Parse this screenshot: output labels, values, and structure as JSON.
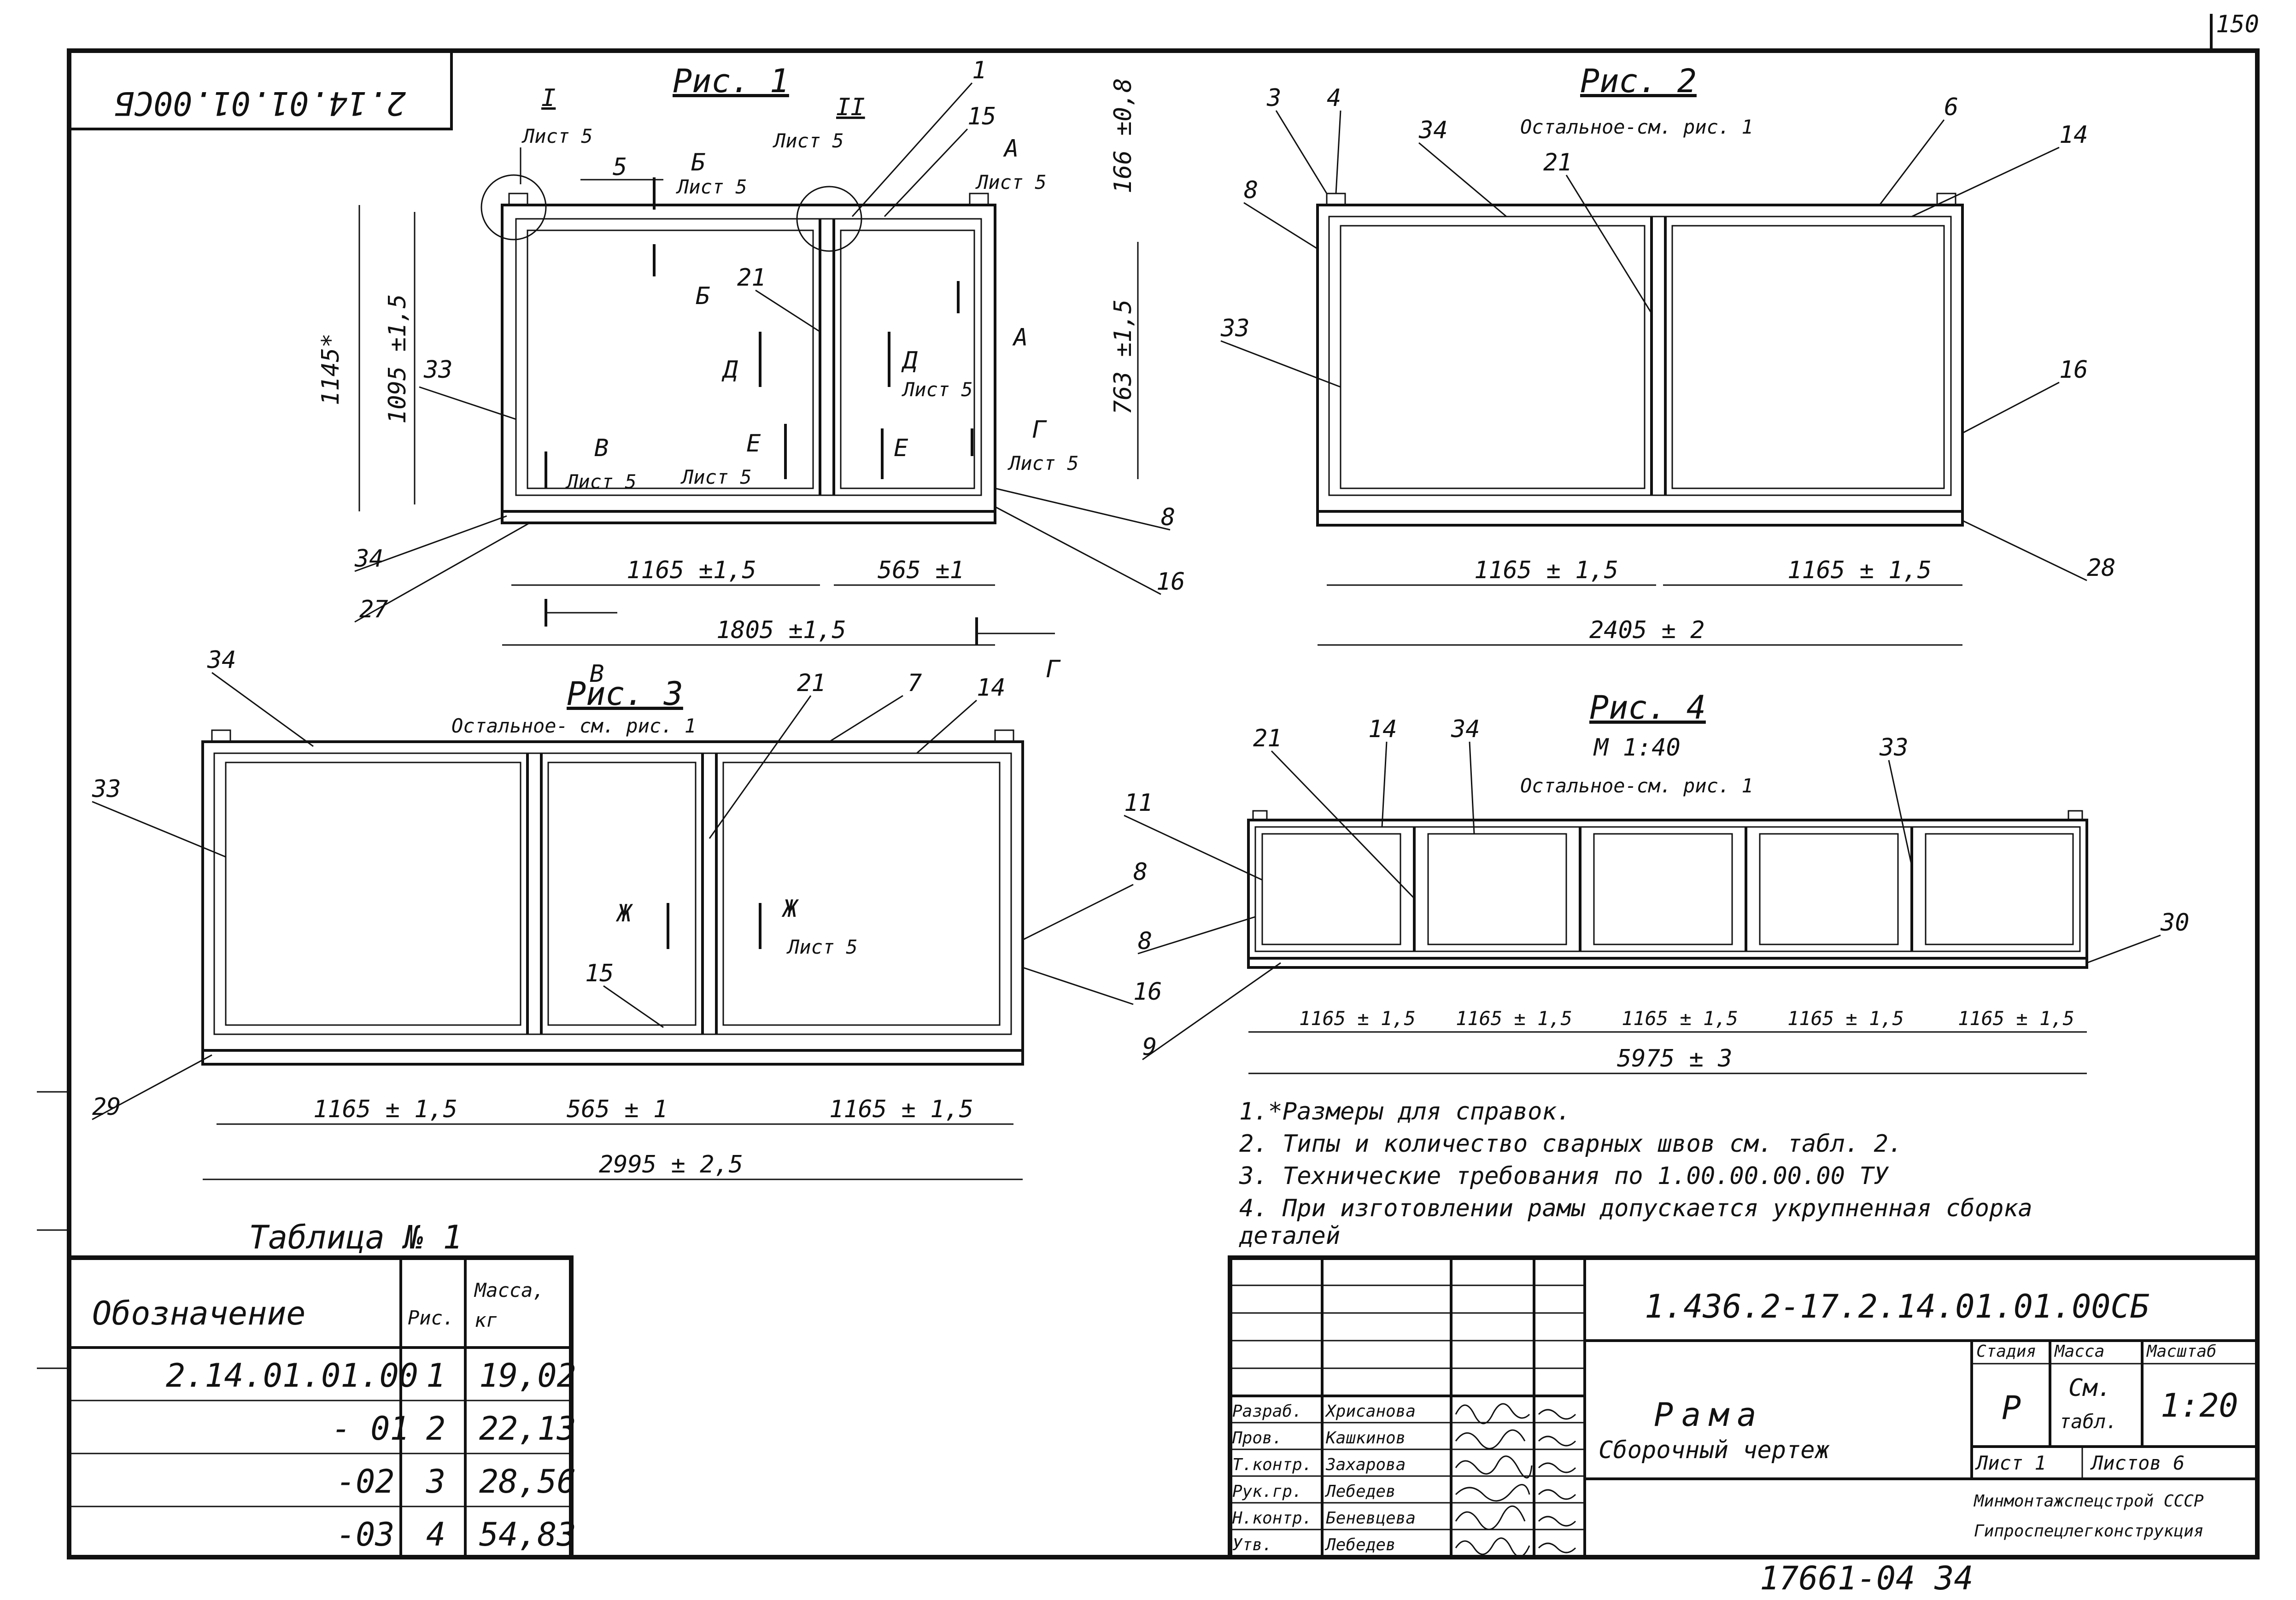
{
  "page_corner": "150",
  "stamp_top": "2.14.01.01.00СБ",
  "figures": {
    "fig1": {
      "title": "Рис. 1",
      "dims": {
        "d1": "1165 ±1,5",
        "d2": "565 ±1",
        "total": "1805 ±1,5",
        "h1": "1145*",
        "h2": "1095 ±1,5",
        "h3": "763 ±1,5",
        "h4": "166 ±0,8"
      },
      "callouts": {
        "c1": "1",
        "c5": "5",
        "c15": "15",
        "c21": "21",
        "c33": "33",
        "c34": "34",
        "c27": "27",
        "c8": "8",
        "c16": "16"
      },
      "sections": {
        "I": "I",
        "II": "II",
        "A": "А",
        "B": "Б",
        "V": "В",
        "G": "Г",
        "D": "Д",
        "E": "Е",
        "sheet": "Лист 5"
      }
    },
    "fig2": {
      "title": "Рис. 2",
      "note": "Остальное-см. рис. 1",
      "dims": {
        "d1": "1165 ± 1,5",
        "d2": "1165 ± 1,5",
        "total": "2405 ± 2"
      },
      "callouts": {
        "c3": "3",
        "c4": "4",
        "c6": "6",
        "c8": "8",
        "c14": "14",
        "c16": "16",
        "c21": "21",
        "c28": "28",
        "c33": "33",
        "c34": "34"
      }
    },
    "fig3": {
      "title": "Рис. 3",
      "note": "Остальное- см. рис. 1",
      "dims": {
        "d1": "1165 ± 1,5",
        "d2": "565 ± 1",
        "d3": "1165 ± 1,5",
        "total": "2995 ± 2,5"
      },
      "callouts": {
        "c7": "7",
        "c8": "8",
        "c14": "14",
        "c15": "15",
        "c16": "16",
        "c21": "21",
        "c29": "29",
        "c33": "33",
        "c34": "34"
      },
      "sections": {
        "Zh": "Ж",
        "sheet": "Лист 5"
      }
    },
    "fig4": {
      "title": "Рис. 4",
      "scale": "М 1:40",
      "note": "Остальное-см. рис. 1",
      "dims": {
        "d1": "1165 ± 1,5",
        "total": "5975 ± 3"
      },
      "callouts": {
        "c8": "8",
        "c9": "9",
        "c11": "11",
        "c14": "14",
        "c21": "21",
        "c30": "30",
        "c33": "33",
        "c34": "34"
      }
    }
  },
  "notes": [
    "1.*Размеры для справок.",
    "2. Типы и количество сварных швов см. табл. 2.",
    "3. Технические требования по       1.00.00.00.00 ТУ",
    "4. При изготовлении рамы допускается укрупненная сборка",
    "деталей"
  ],
  "table1": {
    "title": "Таблица № 1",
    "headers": [
      "Обозначение",
      "Рис.",
      "Масса,",
      "кг"
    ],
    "rows": [
      [
        "2.14.01.01.00",
        "1",
        "19,02"
      ],
      [
        "- 01",
        "2",
        "22,13"
      ],
      [
        "-02",
        "3",
        "28,56"
      ],
      [
        "-03",
        "4",
        "54,83"
      ]
    ]
  },
  "title_block": {
    "code": "1.436.2-17.2.14.01.01.00СБ",
    "name1": "Рама",
    "name2": "Сборочный чертеж",
    "stage_h": "Стадия",
    "mass_h": "Масса",
    "scale_h": "Масштаб",
    "stage": "Р",
    "mass1": "См.",
    "mass2": "табл.",
    "scale": "1:20",
    "sheet": "Лист 1",
    "sheets": "Листов 6",
    "org1": "Минмонтажспецстрой СССР",
    "org2": "Гипроспецлегконструкция",
    "roles": [
      {
        "role": "Разраб.",
        "name": "Хрисанова"
      },
      {
        "role": "Пров.",
        "name": "Кашкинов"
      },
      {
        "role": "Т.контр.",
        "name": "Захарова"
      },
      {
        "role": "Рук.гр.",
        "name": "Лебедев"
      },
      {
        "role": "Н.контр.",
        "name": "Беневцева"
      },
      {
        "role": "Утв.",
        "name": "Лебедев"
      }
    ]
  },
  "footer": "17661-04   34"
}
